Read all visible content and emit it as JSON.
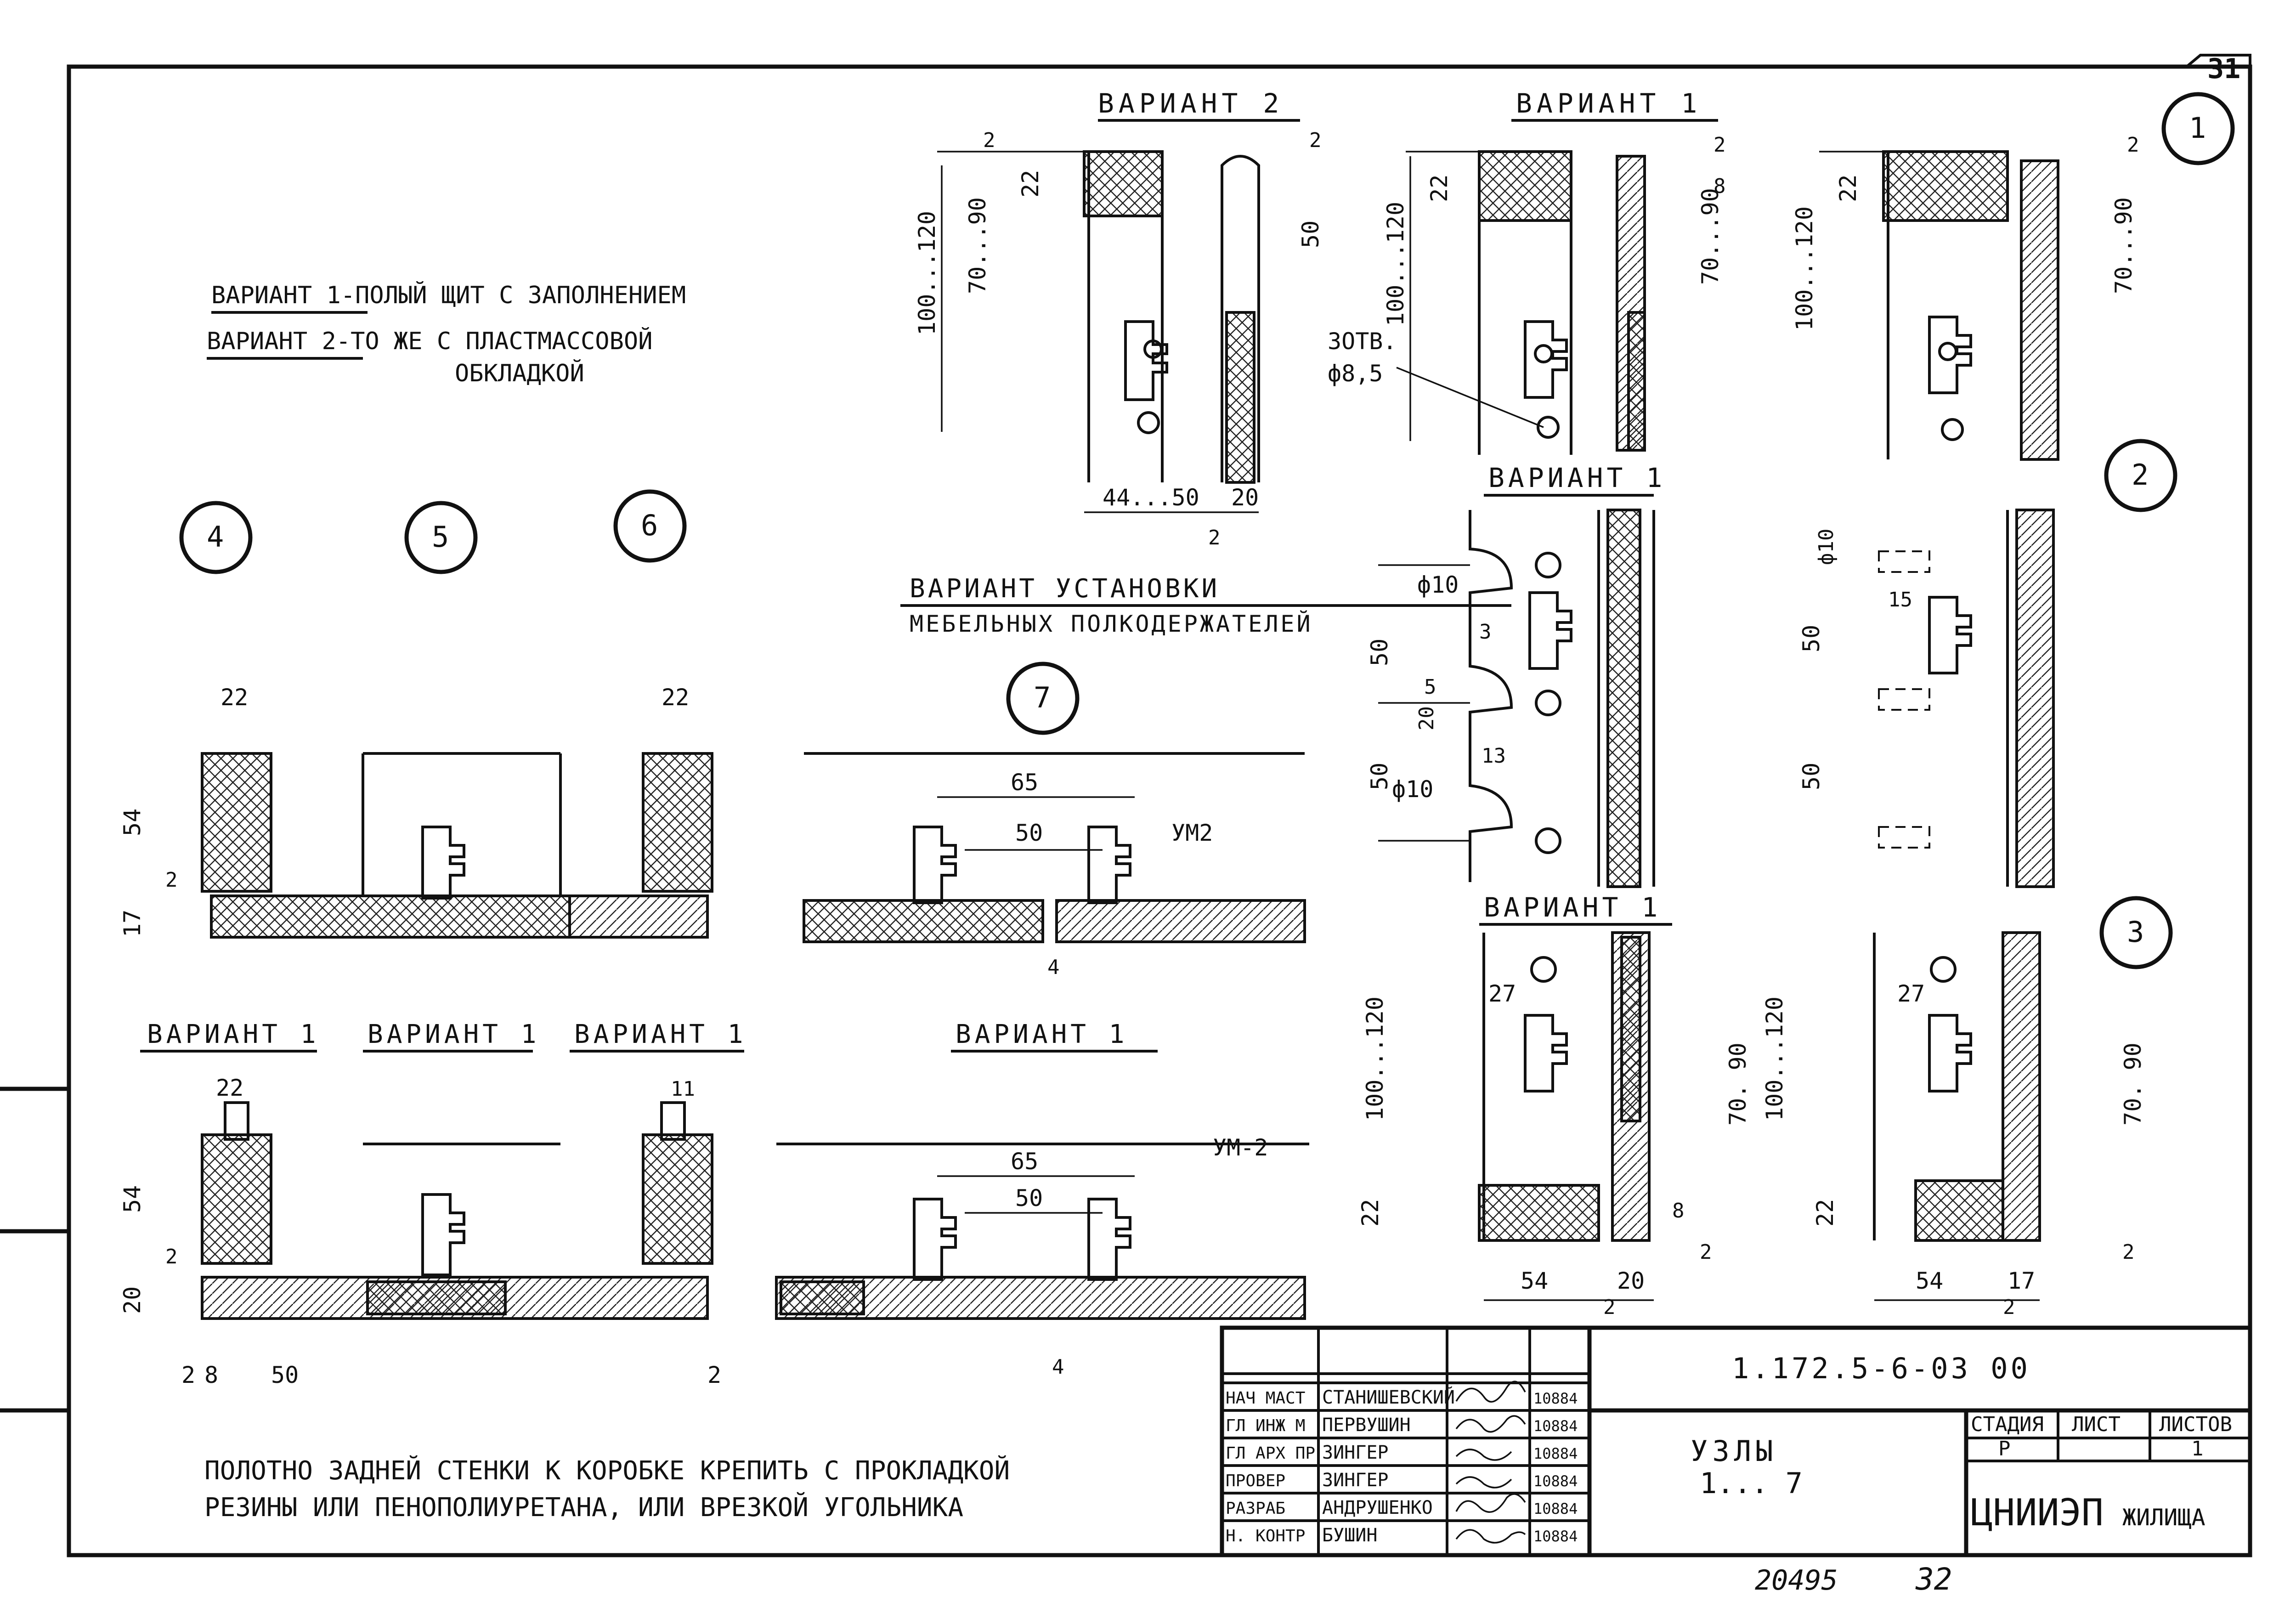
{
  "sheet": {
    "corner_number": "31",
    "notes": {
      "variant1": "ВАРИАНТ 1-ПОЛЫЙ ЩИТ С ЗАПОЛНЕНИЕМ",
      "variant2_line1": "ВАРИАНТ 2-ТО ЖЕ С ПЛАСТМАССОВОЙ",
      "variant2_line2": "ОБКЛАДКОЙ",
      "bottom_line1": "ПОЛОТНО ЗАДНЕЙ СТЕНКИ К КОРОБКЕ КРЕПИТЬ С ПРОКЛАДКОЙ",
      "bottom_line2": "РЕЗИНЫ ИЛИ ПЕНОПОЛИУРЕТАНА, ИЛИ ВРЕЗКОЙ УГОЛЬНИКА"
    },
    "headings": {
      "var2_top": "ВАРИАНТ 2",
      "var1_top": "ВАРИАНТ 1",
      "var1_mid": "ВАРИАНТ 1",
      "var1_low": "ВАРИАНТ 1",
      "var1_a": "ВАРИАНТ 1",
      "var1_b": "ВАРИАНТ 1",
      "var1_c": "ВАРИАНТ 1",
      "var1_d": "ВАРИАНТ 1",
      "install_1": "ВАРИАНТ УСТАНОВКИ",
      "install_2": "МЕБЕЛЬНЫХ ПОЛКОДЕРЖАТЕЛЕЙ"
    },
    "node_markers": [
      "1",
      "2",
      "3",
      "4",
      "5",
      "6",
      "7"
    ],
    "dims": {
      "d2": "2",
      "d22": "22",
      "d100_120": "100...120",
      "d70_90": "70...90",
      "d50": "50",
      "d44_50": "44...50",
      "d20": "20",
      "d8": "8",
      "holes": "3ОТВ.",
      "holes_d": "ф8,5",
      "phi10": "ф10",
      "d3": "3",
      "d5": "5",
      "d13": "13",
      "d15": "15",
      "d27": "27",
      "d54": "54",
      "d17": "17",
      "d65": "65",
      "d4": "4",
      "d11": "11",
      "d70_90b": "70. 90",
      "um2": "УМ2",
      "um2b": "УМ-2"
    },
    "title_block": {
      "doc_code": "1.172.5-6-03 00",
      "title_line1": "УЗЛЫ",
      "title_line2": "1... 7",
      "stage_label": "СТАДИЯ",
      "sheet_label": "ЛИСТ",
      "sheets_label": "ЛИСТОВ",
      "stage_value": "Р",
      "sheet_value": "",
      "sheets_value": "1",
      "org": "ЦНИИЭП",
      "org_sub": "ЖИЛИЩА",
      "staff": [
        {
          "role": "НАЧ МАСТ",
          "name": "СТАНИШЕВСКИЙ",
          "date": "10884"
        },
        {
          "role": "ГЛ ИНЖ М",
          "name": "ПЕРВУШИН",
          "date": "10884"
        },
        {
          "role": "ГЛ АРХ ПР",
          "name": "ЗИНГЕР",
          "date": "10884"
        },
        {
          "role": "ПРОВЕР",
          "name": "ЗИНГЕР",
          "date": "10884"
        },
        {
          "role": "РАЗРАБ",
          "name": "АНДРУШЕНКО",
          "date": "10884"
        },
        {
          "role": "Н. КОНТР",
          "name": "БУШИН",
          "date": "10884"
        }
      ]
    },
    "inventory_no": "20495",
    "page_no": "32"
  }
}
